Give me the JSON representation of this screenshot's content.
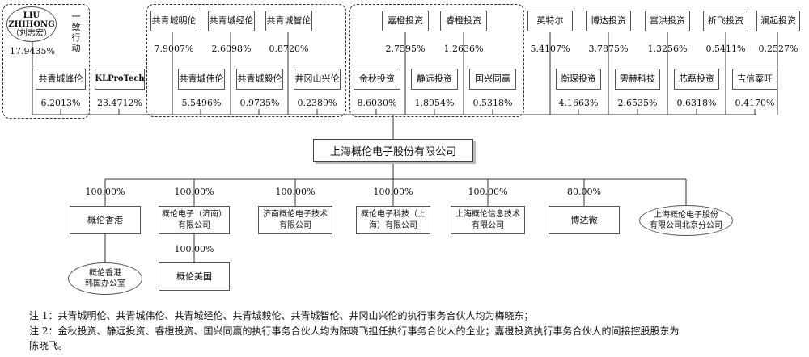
{
  "holders": {
    "liu_name": "LIU ZHIHONG",
    "liu_cn": "（刘志宏）",
    "liu_pct": "17.9435%",
    "concert": "一致行动",
    "fengLun": "共青城峰伦",
    "fengLun_pct": "6.2013%",
    "kl": "KLProTech",
    "kl_pct": "23.4712%",
    "mingLun": "共青城明伦",
    "mingLun_pct": "7.9007%",
    "jingLun": "共青城经伦",
    "jingLun_pct": "2.6098%",
    "zhiLun": "共青城智伦",
    "zhiLun_pct": "0.8720%",
    "weiLun": "共青城伟伦",
    "weiLun_pct": "5.5496%",
    "yiLun": "共青城毅伦",
    "yiLun_pct": "0.9735%",
    "jgs": "井冈山兴伦",
    "jgs_pct": "0.2389%",
    "jiacheng": "嘉橙投资",
    "jiacheng_pct": "2.7595%",
    "ruicheng": "睿橙投资",
    "ruicheng_pct": "1.2636%",
    "jinqiu": "金秋投资",
    "jinqiu_pct": "8.6030%",
    "jingyuan": "静远投资",
    "jingyuan_pct": "1.8954%",
    "guoxing": "国兴同赢",
    "guoxing_pct": "0.5318%",
    "yingte": "英特尔",
    "yingte_pct": "5.4107%",
    "boda": "博达投资",
    "boda_pct": "3.7875%",
    "fuhong": "富洪投资",
    "fuhong_pct": "1.3256%",
    "qifei": "祈飞投资",
    "qifei_pct": "0.5411%",
    "lanqi": "澜起投资",
    "lanqi_pct": "0.2527%",
    "hengjing": "衡琛投资",
    "hengjing_pct": "4.1663%",
    "panghe": "雱赫科技",
    "panghe_pct": "2.6535%",
    "xinlei": "芯磊投资",
    "xinlei_pct": "0.6318%",
    "jixin": "吉信粟旺",
    "jixin_pct": "0.4170%"
  },
  "hub": "上海概伦电子股份有限公司",
  "subs": {
    "hk": "概伦香港",
    "hk_pct": "100.00%",
    "jinan": "概伦电子（济南）\n有限公司",
    "jinan_pct": "100.00%",
    "jnTech": "济南概伦电子技术\n有限公司",
    "jnTech_pct": "100.00%",
    "sh": "概伦电子科技（上\n海）有限公司",
    "sh_pct": "100.00%",
    "info": "上海概伦信息技术\n有限公司",
    "info_pct": "100.00%",
    "bodawei": "博达微",
    "bodawei_pct": "80.00%",
    "beijing": "上海概伦电子股份\n有限公司北京分公司",
    "korea": "概伦香港\n韩国办公室",
    "us": "概伦美国",
    "us_pct": "100.00%"
  },
  "notes": {
    "n1": "注 1：共青城明伦、共青城伟伦、共青城经伦、共青城毅伦、共青城智伦、井冈山兴伦的执行事务合伙人均为梅晓东；",
    "n2": "注 2：金秋投资、静远投资、睿橙投资、国兴同赢的执行事务合伙人均为陈晓飞担任执行事务合伙人的企业；嘉橙投资执行事务合伙人的间接控股股东为\n陈晓飞。"
  }
}
